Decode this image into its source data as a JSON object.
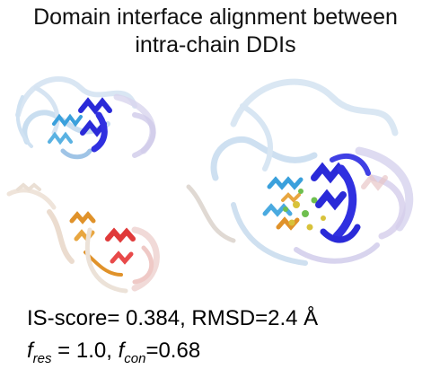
{
  "title_line1": "Domain interface alignment between",
  "title_line2": "intra-chain DDIs",
  "score_text": "IS-score= 0.384, RMSD=2.4 Å",
  "f_symbol": "f",
  "f_res_sub": "res",
  "f_res_value": " = 1.0, ",
  "f_con_sub": "con",
  "f_con_value": "=0.68",
  "colors": {
    "protein1_core": "#2a2ad8",
    "protein1_light": "#9fc4e6",
    "protein1_mid": "#3aa0dc",
    "protein2_light": "#ead9cb",
    "protein2_orange": "#e0922a",
    "protein2_red": "#e03a3a",
    "aligned_yellow": "#d8c23a",
    "aligned_green": "#6fbf4f"
  }
}
